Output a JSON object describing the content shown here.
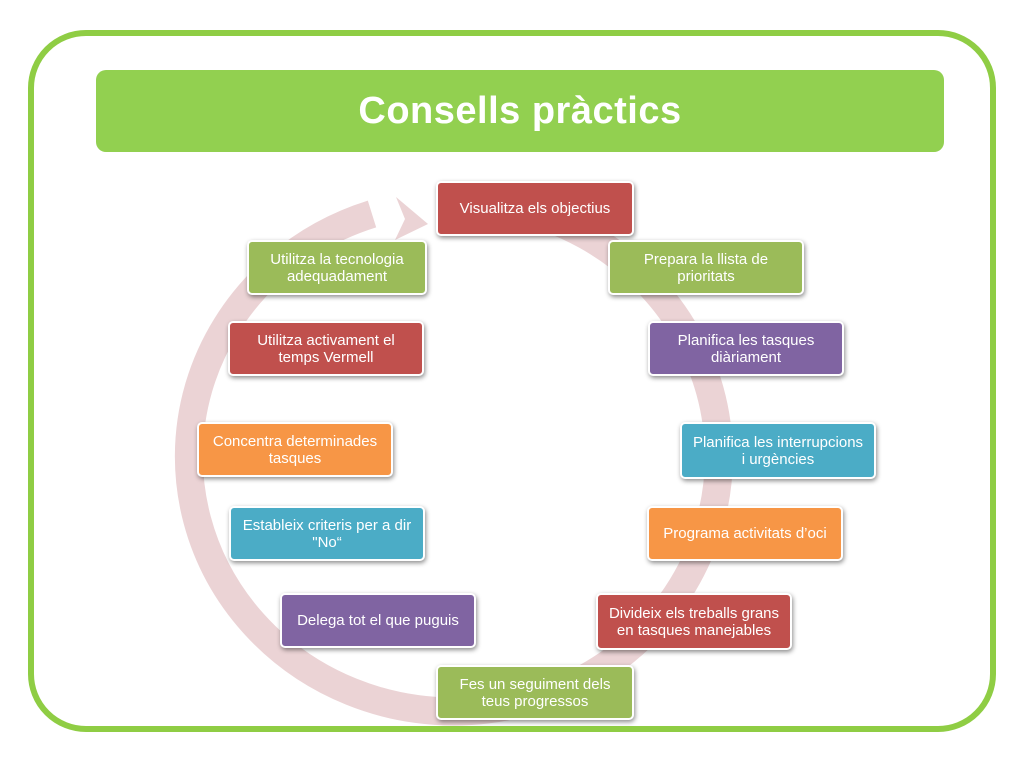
{
  "title": "Consells pràctics",
  "colors": {
    "frame_border": "#8fcd44",
    "title_bar": "#92d050",
    "ring": "#ebd3d5",
    "red": "#c0504d",
    "green": "#9bbb59",
    "purple": "#8064a2",
    "cyan": "#4bacc6",
    "orange": "#f79646"
  },
  "cycle_steps": [
    {
      "label": "Visualitza els objectius",
      "color": "red"
    },
    {
      "label": "Prepara la llista de prioritats",
      "color": "green"
    },
    {
      "label": "Planifica les tasques diàriament",
      "color": "purple"
    },
    {
      "label": "Planifica les interrupcions i urgències",
      "color": "cyan"
    },
    {
      "label": "Programa activitats d’oci",
      "color": "orange"
    },
    {
      "label": "Divideix els treballs grans en tasques manejables",
      "color": "red"
    },
    {
      "label": "Fes un seguiment dels teus progressos",
      "color": "green"
    },
    {
      "label": "Delega tot el que puguis",
      "color": "purple"
    },
    {
      "label": "Estableix criteris per a dir \"No“",
      "color": "cyan"
    },
    {
      "label": "Concentra determinades tasques",
      "color": "orange"
    },
    {
      "label": "Utilitza activament el temps Vermell",
      "color": "red"
    },
    {
      "label": "Utilitza la tecnologia adequadament",
      "color": "green"
    }
  ]
}
